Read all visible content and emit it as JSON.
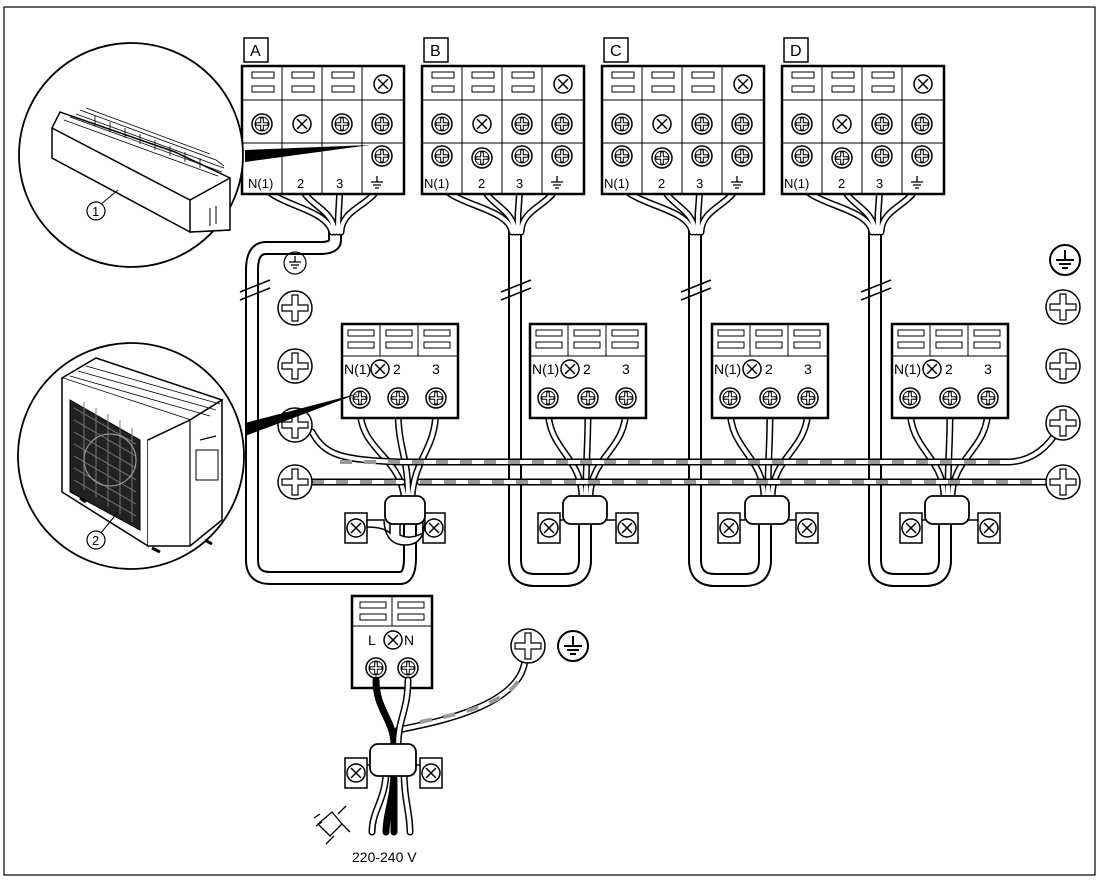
{
  "indoor_labels": [
    "A",
    "B",
    "C",
    "D"
  ],
  "indoor_terminals": [
    "N(1)",
    "2",
    "3"
  ],
  "outdoor_terminals": [
    "N(1)",
    "2",
    "3"
  ],
  "power_terminals": [
    "L",
    "N"
  ],
  "callouts": {
    "indoor_unit": "1",
    "outdoor_unit": "2"
  },
  "supply_voltage": "220-240 V",
  "icons": [
    "earth-ground-icon",
    "screw-terminal-icon",
    "power-plug-icon",
    "cable-clamp-icon"
  ]
}
